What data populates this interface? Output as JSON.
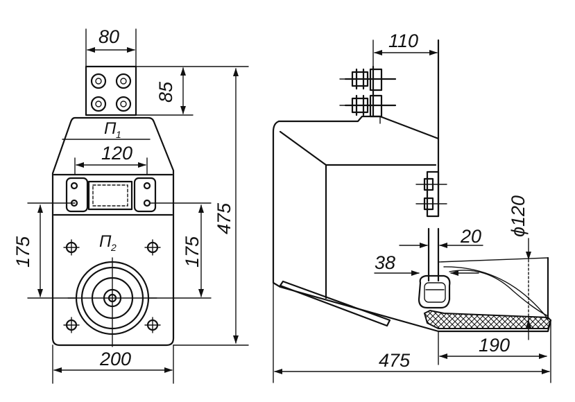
{
  "front_view": {
    "dims": {
      "bus_width": "80",
      "bus_height": "85",
      "window_width": "120",
      "hole_spacing_left": "175",
      "hole_spacing_right": "175",
      "total_height": "475",
      "base_width": "200"
    },
    "labels": {
      "terminal_1": "П",
      "terminal_1_sub": "1",
      "terminal_2": "П",
      "terminal_2_sub": "2"
    }
  },
  "side_view": {
    "dims": {
      "top_offset": "110",
      "plate_thickness": "20",
      "lug_offset": "38",
      "cable_diameter": "ϕ120",
      "base_depth": "190",
      "total_length": "475"
    }
  }
}
